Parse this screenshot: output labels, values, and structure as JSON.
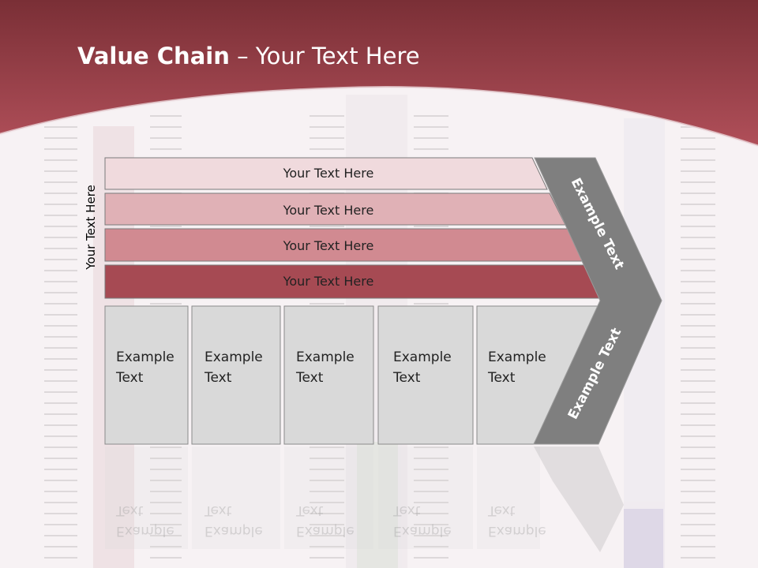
{
  "slide": {
    "title_bold": "Value Chain",
    "title_rest": " – Your Text Here",
    "side_label": "Your Text Here",
    "bars": [
      {
        "label": "Your Text Here",
        "fill": "#f0dadd"
      },
      {
        "label": "Your Text Here",
        "fill": "#e0b1b6"
      },
      {
        "label": "Your Text Here",
        "fill": "#d18a91"
      },
      {
        "label": "Your Text Here",
        "fill": "#a64a53"
      }
    ],
    "cells": [
      {
        "line1": "Example",
        "line2": "Text"
      },
      {
        "line1": "Example",
        "line2": "Text"
      },
      {
        "line1": "Example",
        "line2": "Text"
      },
      {
        "line1": "Example",
        "line2": "Text"
      },
      {
        "line1": "Example",
        "line2": "Text"
      }
    ],
    "chevron_upper": "Example Text",
    "chevron_lower": "Example Text",
    "colors": {
      "header": "#a5454f",
      "chevron": "#7f7f7f",
      "cell": "#d9d9d9"
    }
  }
}
